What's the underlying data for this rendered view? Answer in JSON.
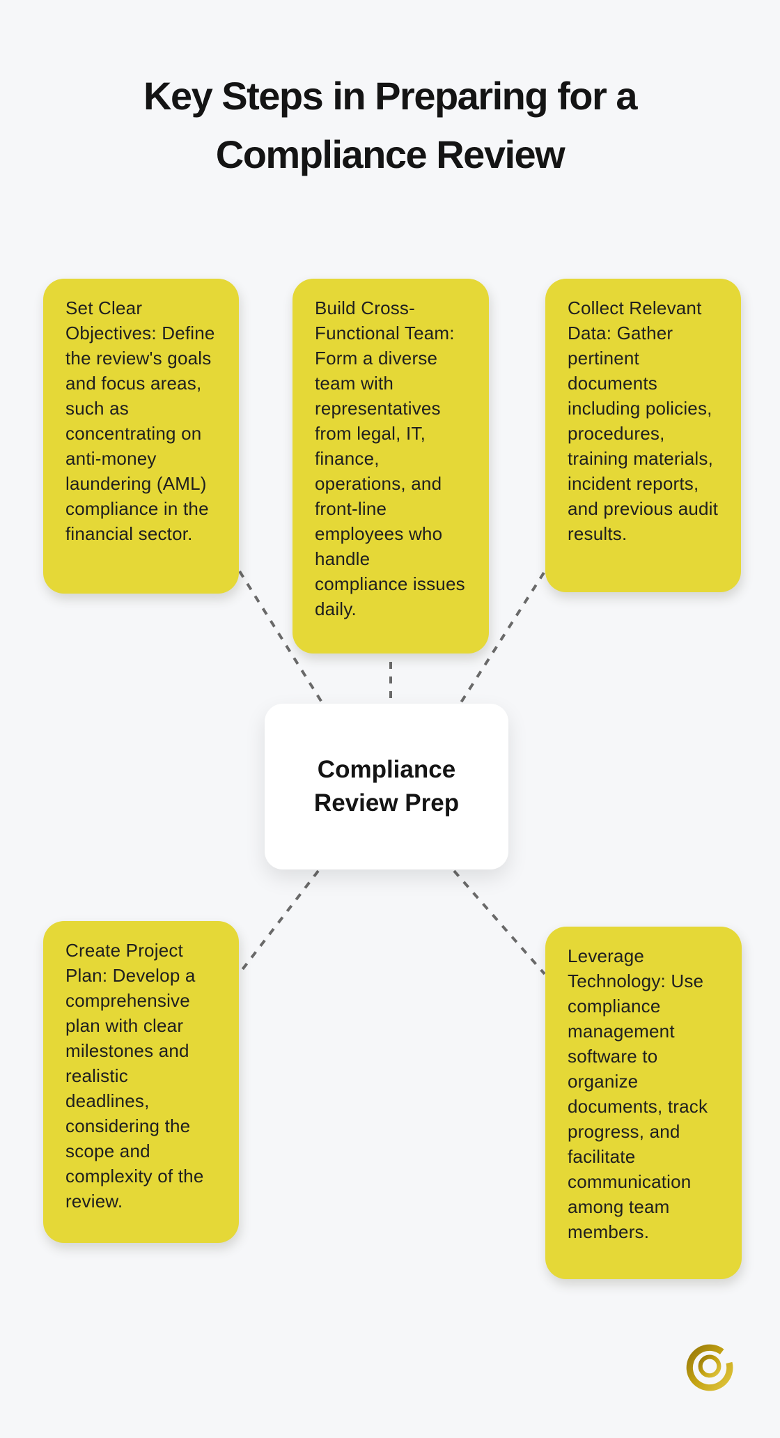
{
  "colors": {
    "background": "#f6f7f9",
    "node": "#e5d837",
    "center_bg": "#ffffff",
    "connector": "#696969",
    "title_text": "#141414",
    "body_text": "#1f1f1f",
    "gold_dark": "#96780a",
    "gold_mid": "#c3a212",
    "gold_light": "#ddc23a"
  },
  "header": {
    "title": "Key Steps in Preparing for a Compliance Review",
    "lines": [
      "Key Steps in Preparing for a",
      "Compliance Review"
    ]
  },
  "diagram": {
    "center": {
      "label": "Compliance Review Prep",
      "lines": [
        "Compliance",
        "Review Prep"
      ]
    },
    "nodes": [
      {
        "id": "set-clear-objectives",
        "text": "Set Clear Objectives: Define the review's goals and focus areas, such as concentrating on anti-money laundering (AML) compliance in the financial sector."
      },
      {
        "id": "build-cross-functional-team",
        "text": "Build Cross-Functional Team: Form a diverse team with representatives from legal, IT, finance, operations, and front-line employees who handle compliance issues daily."
      },
      {
        "id": "collect-relevant-data",
        "text": "Collect Relevant Data: Gather pertinent documents including policies, procedures, training materials, incident reports, and previous audit results."
      },
      {
        "id": "create-project-plan",
        "text": "Create Project Plan: Develop a comprehensive plan with clear milestones and realistic deadlines, considering the scope and complexity of the review."
      },
      {
        "id": "leverage-technology",
        "text": "Leverage Technology: Use compliance management software to organize documents, track progress, and facilitate communication among team members."
      }
    ],
    "logo_icon": "cq-monogram-icon"
  }
}
